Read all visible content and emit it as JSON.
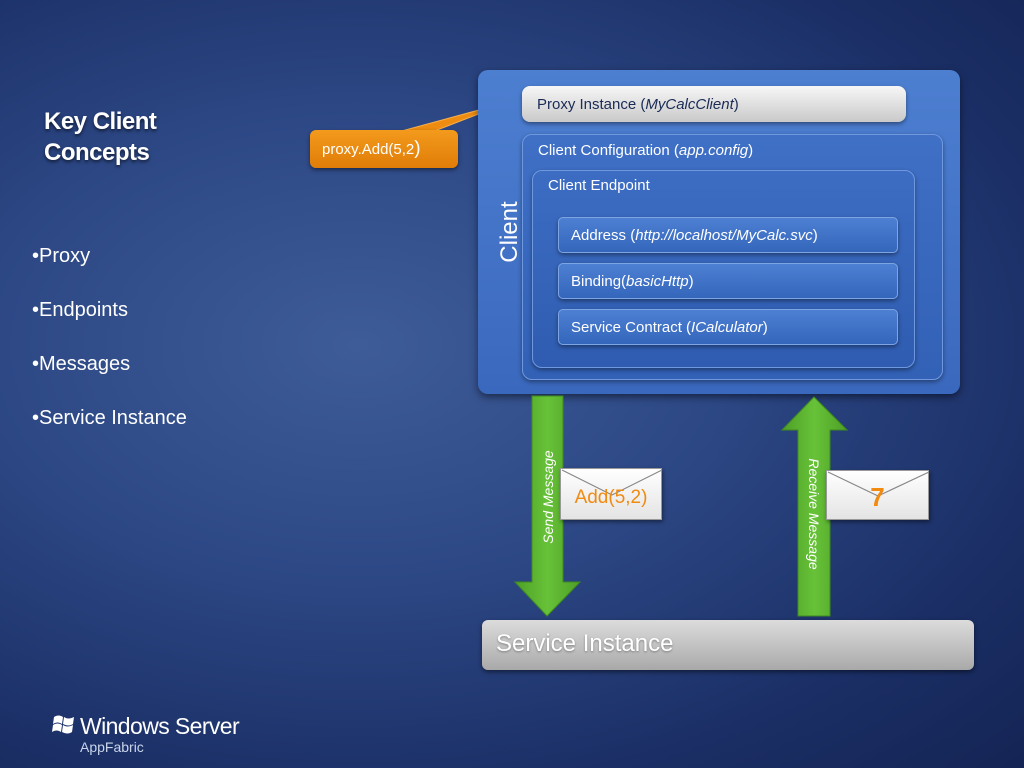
{
  "slide": {
    "title_line1": "Key Client",
    "title_line2": "Concepts",
    "bullets": [
      "•Proxy",
      "•Endpoints",
      "•Messages",
      "•Service Instance"
    ]
  },
  "callout": {
    "text": "proxy.Add(5,2",
    "close_paren": ")"
  },
  "client": {
    "label": "Client",
    "proxy_prefix": "Proxy Instance (",
    "proxy_italic": "MyCalcClient",
    "proxy_suffix": ")",
    "config_prefix": "Client Configuration (",
    "config_italic": "app.config",
    "config_suffix": ")",
    "endpoint_label": "Client Endpoint",
    "items": [
      {
        "prefix": "Address (",
        "italic": "http://localhost/MyCalc.svc",
        "suffix": ")"
      },
      {
        "prefix": "Binding(",
        "italic": "basicHttp",
        "suffix": ")"
      },
      {
        "prefix": "Service Contract (",
        "italic": "ICalculator",
        "suffix": ")"
      }
    ]
  },
  "messages": {
    "send_label": "Send Message",
    "send_payload": "Add(5,2)",
    "receive_label": "Receive Message",
    "receive_payload": "7"
  },
  "service": {
    "label": "Service Instance"
  },
  "logo": {
    "brand": "Windows Server",
    "product": "AppFabric"
  },
  "colors": {
    "background": "#2c4784",
    "client_box": "#4473c8",
    "callout": "#ee8c12",
    "arrow_green": "#5ab82e",
    "payload_orange": "#f08a10"
  }
}
